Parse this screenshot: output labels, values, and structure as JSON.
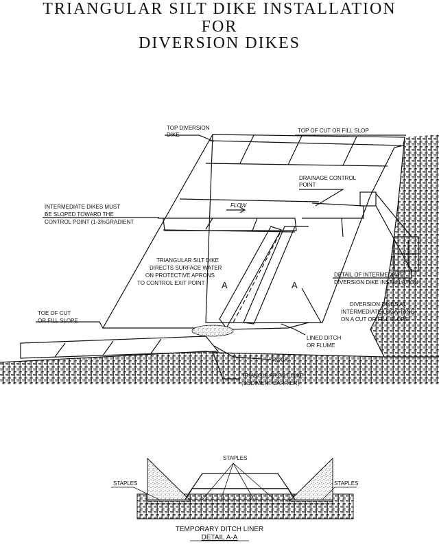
{
  "title": {
    "line1": "TRIANGULAR SILT DIKE INSTALLATION",
    "line2": "FOR",
    "line3": "DIVERSION DIKES"
  },
  "labels": {
    "top_diversion_1": "TOP DIVERSION",
    "top_diversion_2": "DIKE",
    "top_cut": "TOP OF CUT OR FILL SLOP",
    "drainage_1": "DRAINAGE CONTROL",
    "drainage_2": "POINT",
    "intermediate_1": "INTERMEDIATE DIKES MUST",
    "intermediate_2": "BE SLOPED TOWARD THE",
    "intermediate_3": "CONTROL POINT (1-3%GRADIENT",
    "flow": "FLOW",
    "silt_dike_1": "TRIANGULAR SILT DIKE",
    "silt_dike_2": "DIRECTS SURFACE WATER",
    "silt_dike_3": "ON PROTECTIVE APRONS",
    "silt_dike_4": "TO CONTROL EXIT POINT",
    "section_a_left": "A",
    "section_a_right": "A",
    "detail_1": "DETAIL OF INTERMEDIATE",
    "detail_2": "DIVERSION DIKE INSTALLATION",
    "diversion_1": "DIVERSION DIKES AT",
    "diversion_2": "INTERMEDIATE LOCATIONS",
    "diversion_3": "ON A CUT OR FILL SLOPE",
    "toe_1": "TOE OF CUT",
    "toe_2": "OR FILL SLOPE",
    "lined_1": "LINED DITCH",
    "lined_2": "OR FLUME",
    "rock": "ROCK",
    "barrier_1": "TRIANGULAR SILT DIKE",
    "barrier_2": "(SEDIMENT BARRIER)",
    "staples_top": "STAPLES",
    "staples_left": "STAPLES",
    "staples_right": "STAPLES",
    "caption_1": "TEMPORARY DITCH LINER",
    "caption_2": "DETAIL A-A"
  }
}
